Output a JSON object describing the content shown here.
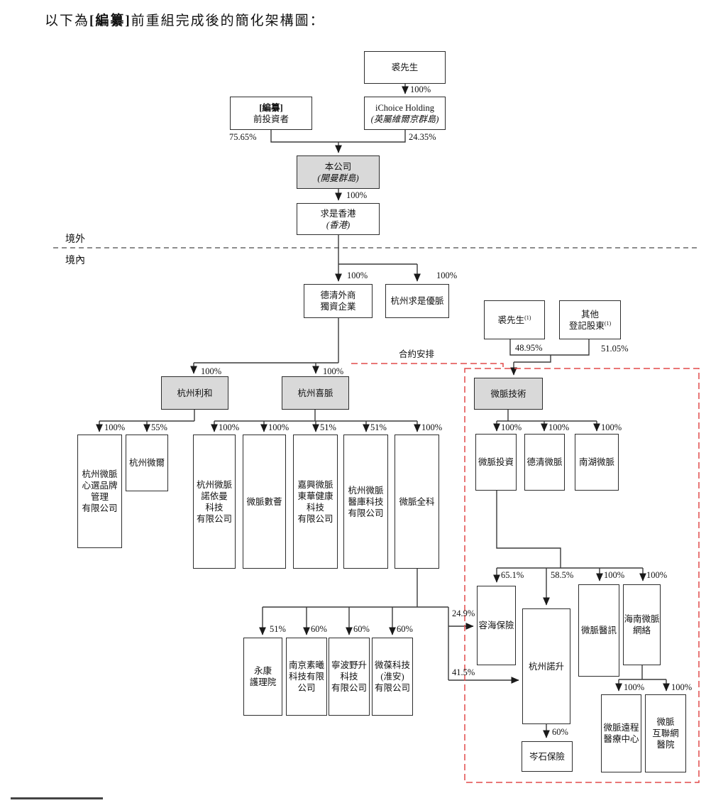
{
  "title": {
    "prefix": "以下為",
    "redacted": "[編纂]",
    "suffix": "前重組完成後的簡化架構圖："
  },
  "regions": {
    "offshore": "境外",
    "onshore": "境內",
    "contract": "合約安排"
  },
  "colors": {
    "line": "#3a3a3a",
    "vie_box": "#e24a4a",
    "shaded_node": "#d9d9d9"
  },
  "nodes": {
    "mr_qiu": {
      "lines": [
        "裘先生"
      ]
    },
    "pre_investors": {
      "lines": [
        "[編纂]",
        "前投資者"
      ]
    },
    "ichoice": {
      "lines": [
        "iChoice Holding",
        "(英屬維爾京群島)"
      ]
    },
    "company": {
      "lines": [
        "本公司",
        "(開曼群島)"
      ]
    },
    "qshk": {
      "lines": [
        "求是香港",
        "(香港)"
      ]
    },
    "deqing_wfoe": {
      "lines": [
        "德清外商",
        "獨資企業"
      ]
    },
    "qiushi_youmai": {
      "lines": [
        "杭州求是優脈"
      ]
    },
    "mr_qiu_cn": {
      "lines": [
        "裘先生"
      ],
      "sup": "(1)"
    },
    "other_sh": {
      "lines": [
        "其他",
        "登記股東"
      ],
      "sup": "(1)"
    },
    "lihe": {
      "lines": [
        "杭州利和"
      ]
    },
    "ximai": {
      "lines": [
        "杭州喜脈"
      ]
    },
    "weimai_tech": {
      "lines": [
        "微脈技術"
      ]
    },
    "xinxuan": {
      "lines": [
        "杭州微脈",
        "心選品牌",
        "管理",
        "有限公司"
      ]
    },
    "weier": {
      "lines": [
        "杭州微爾"
      ]
    },
    "nuoyiman": {
      "lines": [
        "杭州微脈",
        "諾依曼",
        "科技",
        "有限公司"
      ]
    },
    "shuhui": {
      "lines": [
        "微脈數薈"
      ]
    },
    "donghua": {
      "lines": [
        "嘉興微脈",
        "東華健康",
        "科技",
        "有限公司"
      ]
    },
    "yiku": {
      "lines": [
        "杭州微脈",
        "醫庫科技",
        "有限公司"
      ]
    },
    "quanke": {
      "lines": [
        "微脈全科"
      ]
    },
    "invest": {
      "lines": [
        "微脈投資"
      ]
    },
    "deqing_wm": {
      "lines": [
        "德清微脈"
      ]
    },
    "nanhu": {
      "lines": [
        "南湖微脈"
      ]
    },
    "yongkang": {
      "lines": [
        "永康",
        "護理院"
      ]
    },
    "nanjing": {
      "lines": [
        "南京素曦",
        "科技有限",
        "公司"
      ]
    },
    "ningbo": {
      "lines": [
        "寧波野升",
        "科技",
        "有限公司"
      ]
    },
    "weibao": {
      "lines": [
        "微葆科技",
        "(淮安)",
        "有限公司"
      ]
    },
    "ronghai": {
      "lines": [
        "容海保險"
      ]
    },
    "nuosheng": {
      "lines": [
        "杭州諾升"
      ]
    },
    "yixun": {
      "lines": [
        "微脈醫訊"
      ]
    },
    "hainan": {
      "lines": [
        "海南微脈",
        "網絡"
      ]
    },
    "censhi": {
      "lines": [
        "岑石保險"
      ]
    },
    "yuancheng": {
      "lines": [
        "微脈遠程",
        "醫療中心"
      ]
    },
    "hulianwang": {
      "lines": [
        "微脈",
        "互聯網",
        "醫院"
      ]
    }
  },
  "pct": {
    "qiu_to_ichoice": "100%",
    "pre_investors": "75.65%",
    "ichoice": "24.35%",
    "company_to_qshk": "100%",
    "qshk_to_wfoe": "100%",
    "qshk_to_youmai": "100%",
    "mr_qiu": "48.95%",
    "other_sh": "51.05%",
    "lihe": "100%",
    "ximai": "100%",
    "xinxuan": "100%",
    "weier": "55%",
    "nuoyiman": "100%",
    "shuhui": "100%",
    "donghua": "51%",
    "yiku": "51%",
    "quanke": "100%",
    "invest": "100%",
    "deqing_wm": "100%",
    "nanhu": "100%",
    "yongkang": "51%",
    "nanjing": "60%",
    "ningbo": "60%",
    "weibao": "60%",
    "ronghai": "65.1%",
    "nuosheng": "58.5%",
    "yixun": "100%",
    "hainan": "100%",
    "quanke_to_ronghai": "24.9%",
    "quanke_to_nuosheng": "41.5%",
    "censhi": "60%",
    "yuancheng": "100%",
    "hulianwang": "100%"
  }
}
